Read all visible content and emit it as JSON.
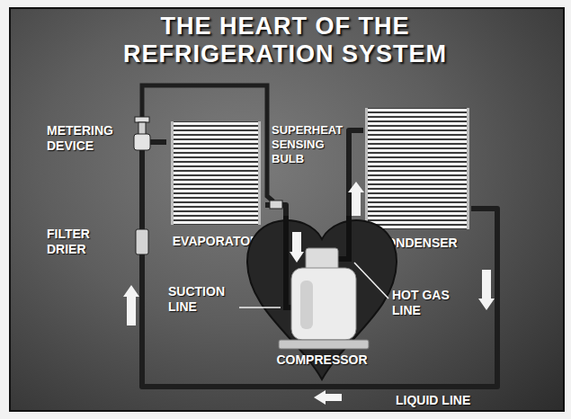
{
  "diagram": {
    "title": "THE HEART OF THE REFRIGERATION SYSTEM",
    "nodes": [
      {
        "text": [
          "EVAPORATOR"
        ]
      },
      {
        "text": [
          "CONDENSER"
        ]
      },
      {
        "text": [
          "COMPRESSOR"
        ]
      }
    ],
    "edges": [
      {
        "from": 0,
        "to": 2,
        "arrow": "none",
        "label": "SUCTION LINE"
      },
      {
        "from": 2,
        "to": 1,
        "arrow": "none",
        "label": "HOT GAS LINE"
      },
      {
        "from": 1,
        "to": 0,
        "arrow": "none",
        "label": "LIQUID LINE"
      }
    ],
    "labels": [
      "METERING DEVICE",
      "SUPERHEAT SENSING BULB",
      "FILTER DRIER"
    ]
  }
}
